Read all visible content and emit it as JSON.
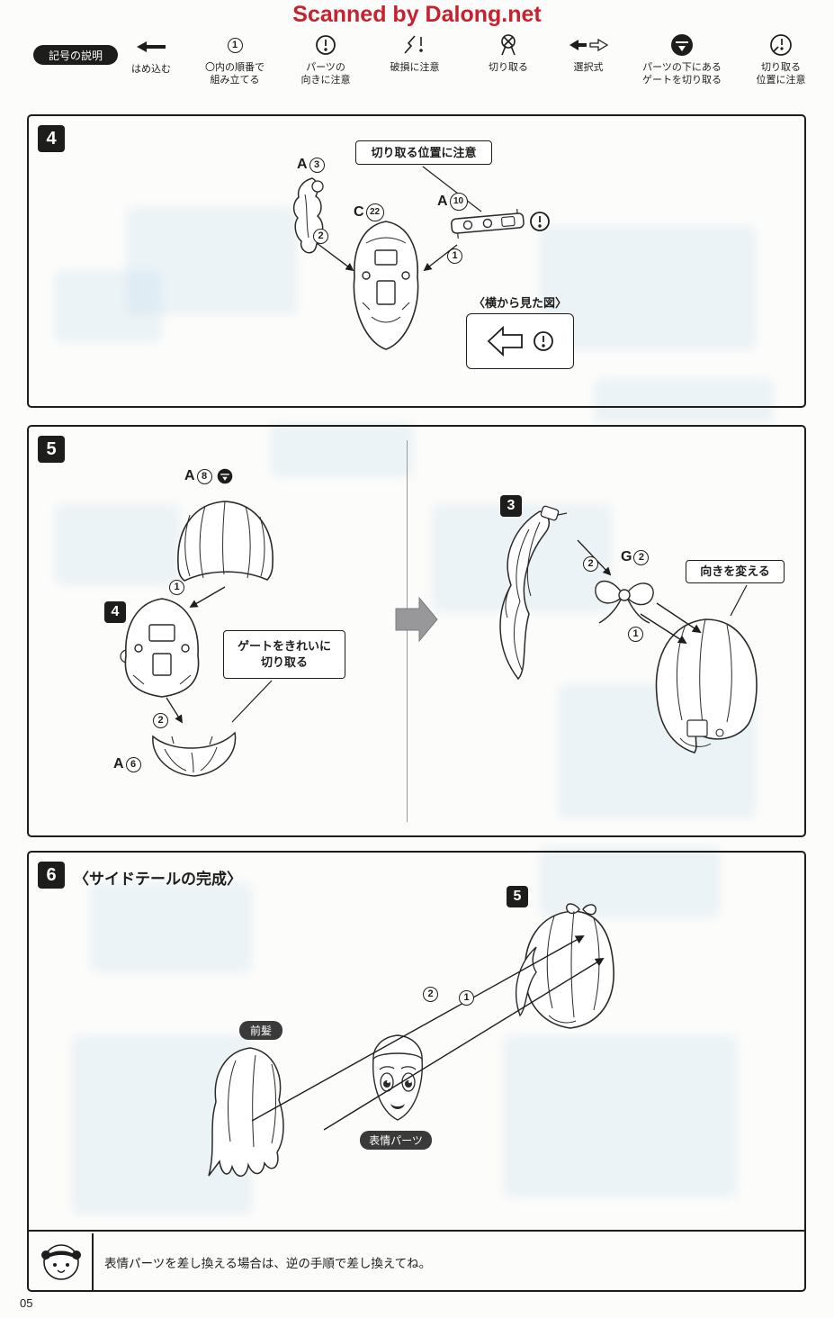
{
  "watermark": "Scanned by Dalong.net",
  "page_number": "05",
  "colors": {
    "watermark_red": "#c8202e",
    "ink": "#1d1d1b",
    "ghost_blue": "#c2dcec",
    "arrow_gray": "#98989a"
  },
  "legend": {
    "badge": "記号の説明",
    "items": [
      {
        "icon": "insert-arrow-icon",
        "label": "はめ込む"
      },
      {
        "icon": "order-circle-icon",
        "icon_text": "1",
        "label": "〇内の順番で\n組み立てる"
      },
      {
        "icon": "orientation-caution-icon",
        "label": "パーツの\n向きに注意"
      },
      {
        "icon": "damage-caution-icon",
        "label": "破損に注意"
      },
      {
        "icon": "cut-icon",
        "label": "切り取る"
      },
      {
        "icon": "select-icon",
        "label": "選択式"
      },
      {
        "icon": "gate-under-icon",
        "label": "パーツの下にある\nゲートを切り取る"
      },
      {
        "icon": "cut-position-icon",
        "label": "切り取る\n位置に注意"
      }
    ]
  },
  "step4": {
    "number": "4",
    "cut_callout": "切り取る位置に注意",
    "parts": {
      "a3": {
        "letter": "A",
        "num": "3"
      },
      "c22": {
        "letter": "C",
        "num": "22"
      },
      "a10": {
        "letter": "A",
        "num": "10"
      }
    },
    "order": [
      "2",
      "1"
    ],
    "side_view_label": "〈横から見た図〉"
  },
  "step5": {
    "number": "5",
    "left": {
      "part_top": {
        "letter": "A",
        "num": "8"
      },
      "ref": "4",
      "order": [
        "1",
        "2"
      ],
      "gate_callout": "ゲートをきれいに\n切り取る",
      "part_bottom": {
        "letter": "A",
        "num": "6"
      }
    },
    "right": {
      "ref": "3",
      "part": {
        "letter": "G",
        "num": "2"
      },
      "order": [
        "2",
        "1"
      ],
      "turn_callout": "向きを変える"
    }
  },
  "step6": {
    "number": "6",
    "title": "〈サイドテールの完成〉",
    "ref": "5",
    "order": [
      "2",
      "1"
    ],
    "front_hair_label": "前髪",
    "face_label": "表情パーツ",
    "note": "表情パーツを差し換える場合は、逆の手順で差し換えてね。"
  }
}
